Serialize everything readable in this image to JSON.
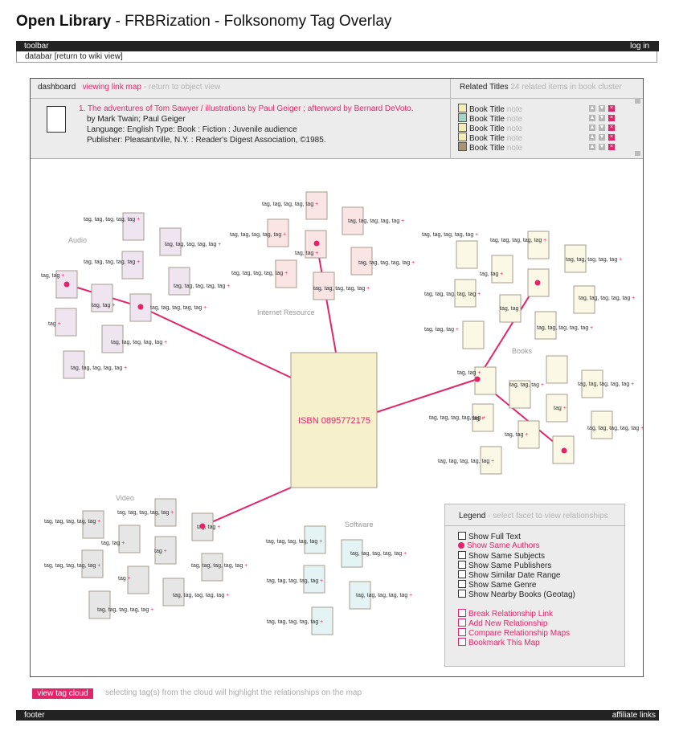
{
  "page": {
    "brand": "Open Library",
    "title_rest": " - FRBRization - Folksonomy Tag Overlay"
  },
  "toolbar": {
    "label": "toolbar",
    "login": "log in"
  },
  "databar": {
    "label": "databar [return to wiki view]"
  },
  "dashboard": {
    "label": "dashboard",
    "viewing": "viewing link map",
    "return": " - return to object view"
  },
  "record": {
    "title": "1. The adventures of Tom Sawyer / illustrations by Paul Geiger ; afterword by Bernard DeVoto.",
    "authors": "by Mark Twain; Paul Geiger",
    "meta": "Language: English  Type:  Book : Fiction : Juvenile audience",
    "publisher": "Publisher: Pleasantville, N.Y. : Reader's Digest Association, ©1985."
  },
  "related": {
    "title": "Related Titles",
    "count": " 24 related items in book cluster",
    "items": [
      {
        "label": "Book Title",
        "note": "note",
        "color": "#f4edb8"
      },
      {
        "label": "Book Title",
        "note": "note",
        "color": "#a7d4c7"
      },
      {
        "label": "Book Title",
        "note": "note",
        "color": "#f4edb8"
      },
      {
        "label": "Book Title",
        "note": "note",
        "color": "#f4edb8"
      },
      {
        "label": "Book Title",
        "note": "note",
        "color": "#a89474"
      }
    ]
  },
  "colors": {
    "accent": "#e3246b",
    "audio": "#efe5f0",
    "internet": "#fbe4e4",
    "books": "#fbf8e6",
    "video": "#e6e6e6",
    "software": "#e4f4f4",
    "center": "#f6f1cc"
  },
  "center": {
    "label": "ISBN 0895772175"
  },
  "groups": [
    {
      "label": "Audio",
      "key": "audio"
    },
    {
      "label": "Internet Resource",
      "key": "internet"
    },
    {
      "label": "Books",
      "key": "books"
    },
    {
      "label": "Video",
      "key": "video"
    },
    {
      "label": "Software",
      "key": "software"
    }
  ],
  "tags": {
    "t1": "tag +",
    "t2": "tag, tag +",
    "t3": "tag, tag, tag +",
    "t4": "tag, tag, tag, tag +",
    "t5": "tag, tag, tag, tag, tag +"
  },
  "legend": {
    "title": "Legend",
    "hint": " - select facet to view relationships",
    "items": [
      {
        "label": "Show Full Text",
        "active": false
      },
      {
        "label": "Show Same Authors",
        "active": true
      },
      {
        "label": "Show Same Subjects",
        "active": false
      },
      {
        "label": "Show Same Publishers",
        "active": false
      },
      {
        "label": "Show Similar Date Range",
        "active": false
      },
      {
        "label": "Show Same Genre",
        "active": false
      },
      {
        "label": "Show Nearby Books (Geotag)",
        "active": false
      }
    ],
    "actions": [
      {
        "label": "Break Relationship Link"
      },
      {
        "label": "Add New Relationship"
      },
      {
        "label": "Compare Relationship Maps"
      },
      {
        "label": "Bookmark This Map"
      }
    ]
  },
  "tagcloud": {
    "button": "view tag cloud",
    "hint": "selecting tag(s) from the cloud will highlight the relationships on the map"
  },
  "footer": {
    "label": "footer",
    "links": "affiliate links"
  }
}
